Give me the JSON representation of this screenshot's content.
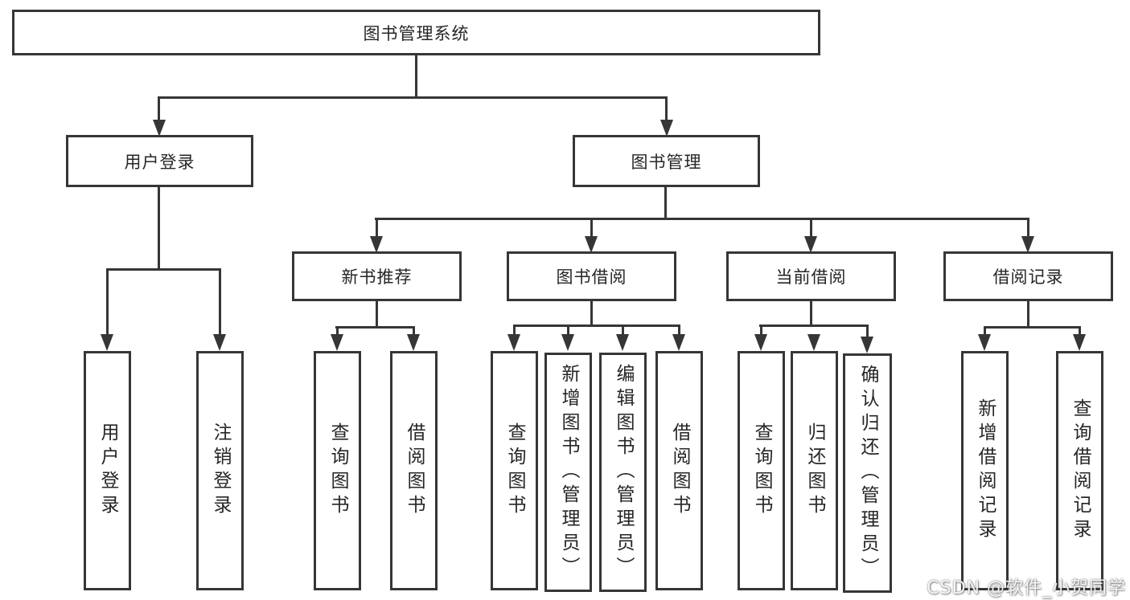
{
  "diagram": {
    "title": "图书管理系统",
    "colors": {
      "line": "#363636",
      "text": "#262626",
      "background": "#ffffff"
    },
    "nodes": {
      "root": {
        "label": "图书管理系统"
      },
      "level2": [
        {
          "label": "用户登录",
          "parent": "图书管理系统"
        },
        {
          "label": "图书管理",
          "parent": "图书管理系统"
        }
      ],
      "level3": [
        {
          "label": "新书推荐",
          "parent": "图书管理"
        },
        {
          "label": "图书借阅",
          "parent": "图书管理"
        },
        {
          "label": "当前借阅",
          "parent": "图书管理"
        },
        {
          "label": "借阅记录",
          "parent": "图书管理"
        }
      ],
      "leaves": [
        {
          "label": "用户登录",
          "parent": "用户登录"
        },
        {
          "label": "注销登录",
          "parent": "用户登录"
        },
        {
          "label": "查询图书",
          "parent": "新书推荐"
        },
        {
          "label": "借阅图书",
          "parent": "新书推荐"
        },
        {
          "label": "查询图书",
          "parent": "图书借阅"
        },
        {
          "label": "新增图书（管理员）",
          "parent": "图书借阅"
        },
        {
          "label": "编辑图书（管理员）",
          "parent": "图书借阅"
        },
        {
          "label": "借阅图书",
          "parent": "图书借阅"
        },
        {
          "label": "查询图书",
          "parent": "当前借阅"
        },
        {
          "label": "归还图书",
          "parent": "当前借阅"
        },
        {
          "label": "确认归还（管理员）",
          "parent": "当前借阅"
        },
        {
          "label": "新增借阅记录",
          "parent": "借阅记录"
        },
        {
          "label": "查询借阅记录",
          "parent": "借阅记录"
        }
      ]
    },
    "watermark": "CSDN @软件_小贺同学"
  }
}
